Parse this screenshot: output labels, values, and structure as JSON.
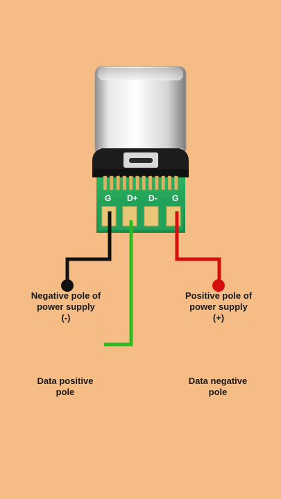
{
  "pins": {
    "g_left": "G",
    "d_plus": "D+",
    "d_minus": "D-",
    "g_right": "G"
  },
  "labels": {
    "negative": [
      "Negative pole of",
      "power supply",
      "(-)"
    ],
    "positive": [
      "Positive pole of",
      "power supply",
      "(+)"
    ],
    "data_positive": [
      "Data positive",
      "pole"
    ],
    "data_negative": [
      "Data negative",
      "pole"
    ]
  },
  "colors": {
    "background": "#F6BC86",
    "negative_wire": "#111111",
    "positive_wire": "#D60D0D",
    "data_wire": "#2DBB22",
    "pcb": "#23A35A"
  }
}
